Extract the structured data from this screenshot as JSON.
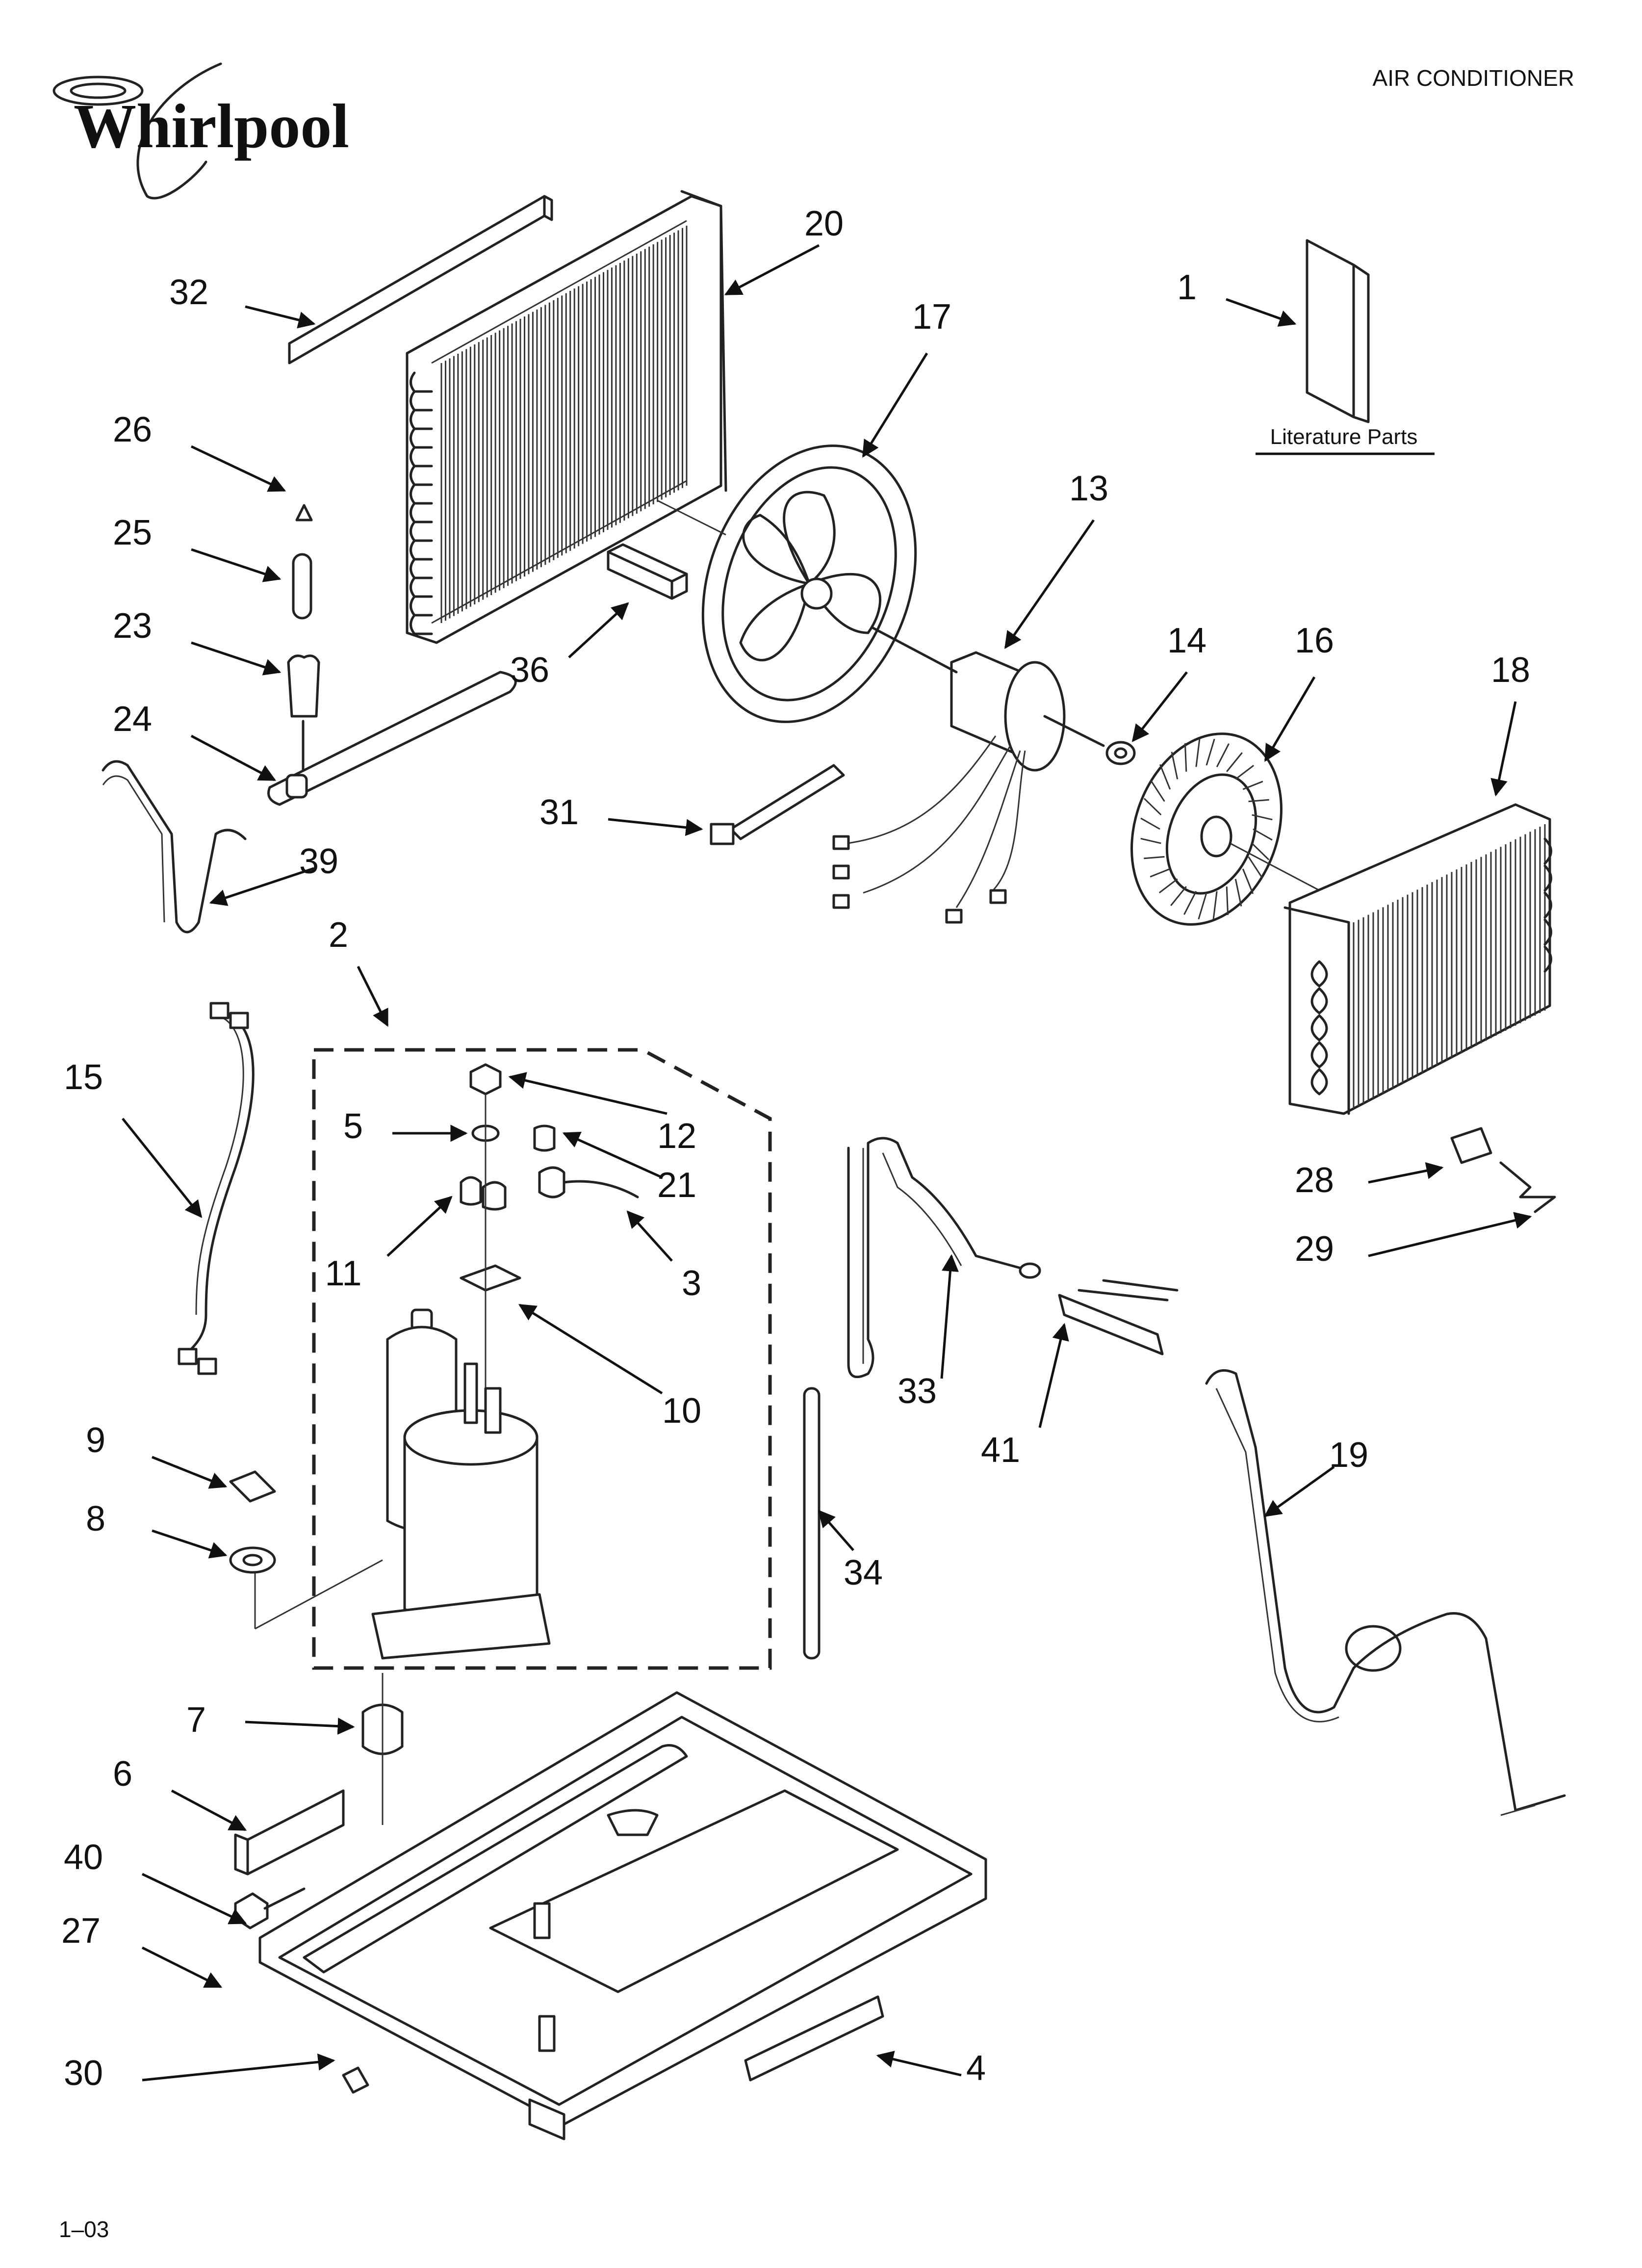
{
  "brand": "Whirlpool",
  "header_title": "AIR CONDITIONER",
  "literature_label": "Literature Parts",
  "footer_code": "1–03",
  "callouts": [
    "1",
    "2",
    "3",
    "4",
    "5",
    "6",
    "7",
    "8",
    "9",
    "10",
    "11",
    "12",
    "13",
    "14",
    "15",
    "16",
    "17",
    "18",
    "19",
    "20",
    "21",
    "23",
    "24",
    "25",
    "26",
    "27",
    "28",
    "29",
    "30",
    "31",
    "32",
    "33",
    "34",
    "36",
    "39",
    "40",
    "41"
  ]
}
